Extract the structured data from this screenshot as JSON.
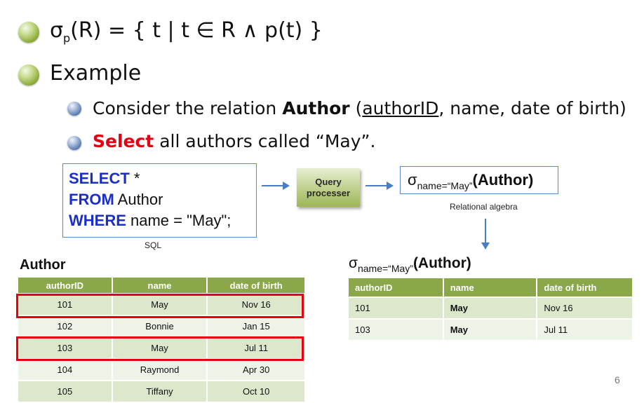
{
  "bullet1": {
    "sigma": "σ",
    "sub": "p",
    "rest": "(R) = { t | t ∈ R ∧ p(t) }"
  },
  "bullet2": {
    "label": "Example"
  },
  "sub1": {
    "prefix": "Consider the relation ",
    "bold": "Author",
    "space": " ",
    "key": "authorID",
    "rest": ", name, date of birth)",
    "open": "("
  },
  "sub2": {
    "highlight": "Select",
    "rest": " all authors called “May”."
  },
  "sql": {
    "kw1": "SELECT",
    "l1": " *",
    "kw2": "FROM",
    "l2": " Author",
    "kw3": "WHERE",
    "l3": " name = \"May\";",
    "caption": "SQL"
  },
  "processor": {
    "line1": "Query",
    "line2": "processer"
  },
  "relalg": {
    "sigma": "σ",
    "sub": "name=“May”",
    "rel": "(Author)",
    "caption": "Relational algebra"
  },
  "left_table": {
    "title": "Author",
    "headers": [
      "authorID",
      "name",
      "date of birth"
    ],
    "rows": [
      [
        "101",
        "May",
        "Nov 16"
      ],
      [
        "102",
        "Bonnie",
        "Jan 15"
      ],
      [
        "103",
        "May",
        "Jul 11"
      ],
      [
        "104",
        "Raymond",
        "Apr 30"
      ],
      [
        "105",
        "Tiffany",
        "Oct 10"
      ]
    ]
  },
  "right_table": {
    "title_sigma": "σ",
    "title_sub": "name=“May”",
    "title_rel": "(Author)",
    "headers": [
      "authorID",
      "name",
      "date of birth"
    ],
    "rows": [
      [
        "101",
        "May",
        "Nov 16"
      ],
      [
        "103",
        "May",
        "Jul 11"
      ]
    ]
  },
  "page_number": "6",
  "colors": {
    "accent_green": "#8aa84a",
    "highlight_red": "#e60012",
    "keyword_blue": "#1a2fc9"
  }
}
